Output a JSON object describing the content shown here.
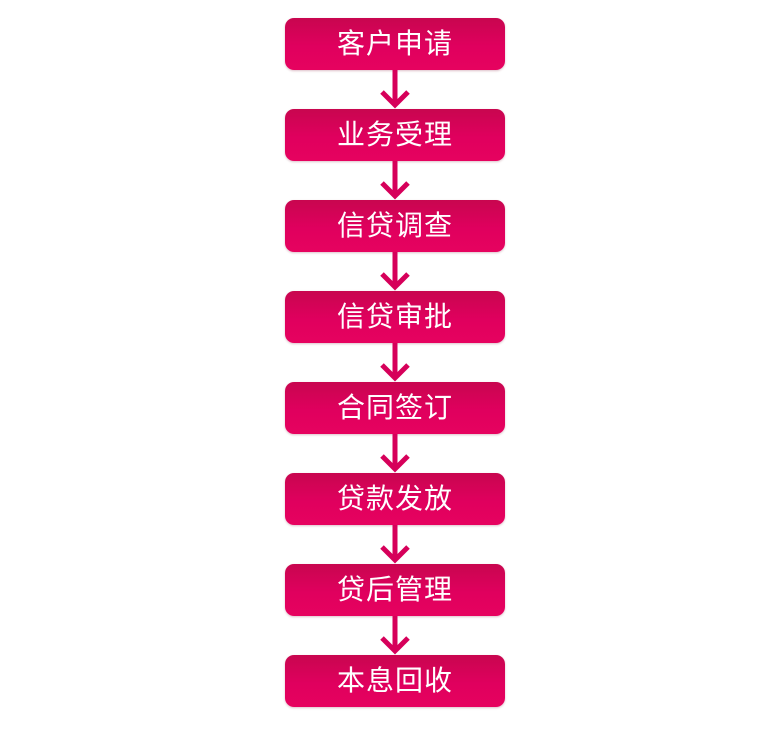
{
  "diagram": {
    "steps": [
      {
        "label": "客户申请"
      },
      {
        "label": "业务受理"
      },
      {
        "label": "信贷调查"
      },
      {
        "label": "信贷审批"
      },
      {
        "label": "合同签订"
      },
      {
        "label": "贷款发放"
      },
      {
        "label": "贷后管理"
      },
      {
        "label": "本息回收"
      }
    ],
    "colors": {
      "box": "#e0005e",
      "box_dark": "#c8064f",
      "arrow": "#d6005a",
      "text": "#ffffff"
    }
  }
}
